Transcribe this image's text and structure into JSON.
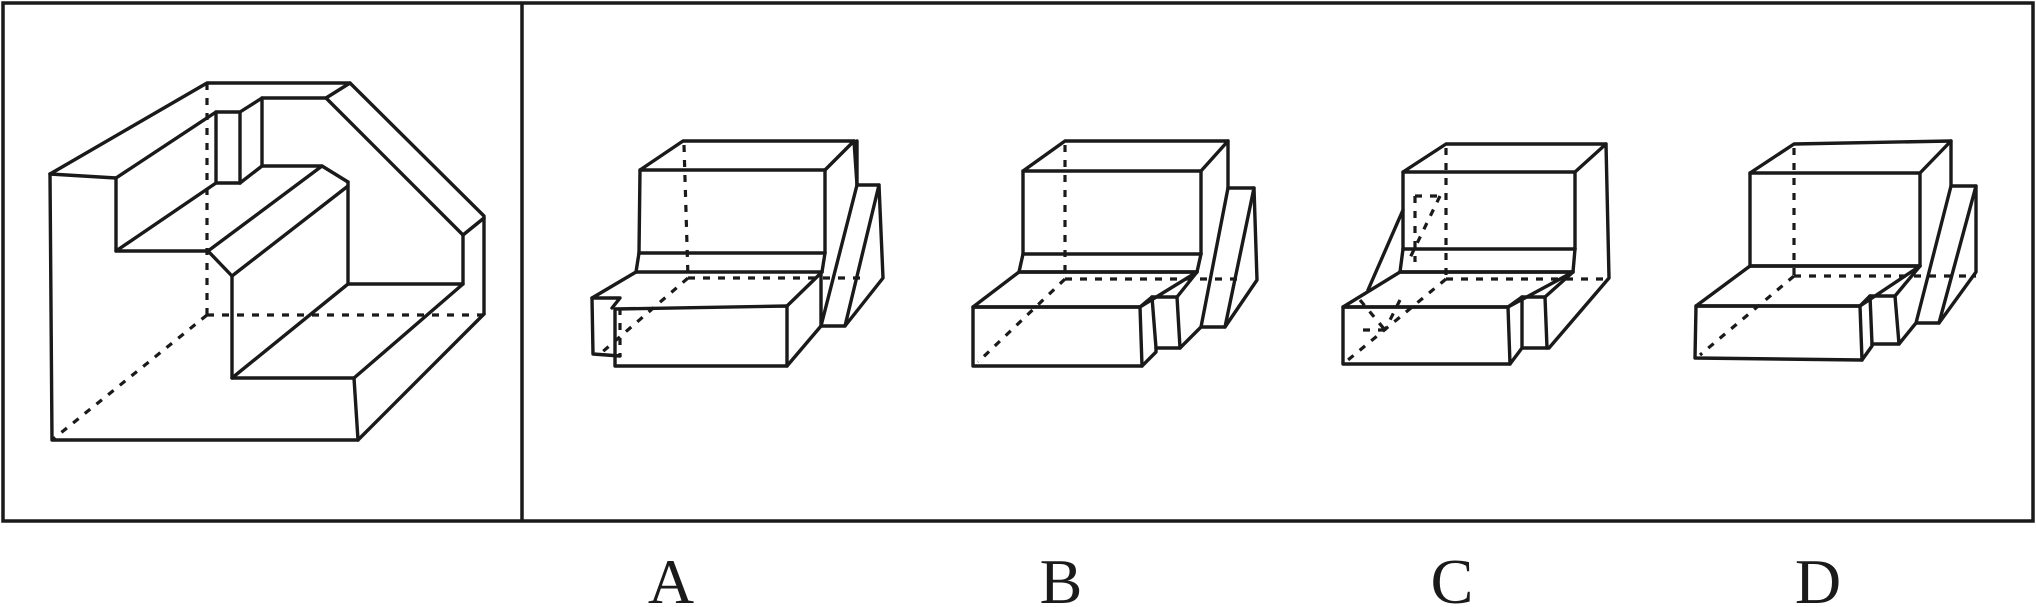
{
  "question": {
    "given_figure": {
      "icon": "stepped-block-3d-icon"
    },
    "options": [
      {
        "label": "A",
        "icon": "option-a-3d-block-icon"
      },
      {
        "label": "B",
        "icon": "option-b-3d-block-icon"
      },
      {
        "label": "C",
        "icon": "option-c-3d-block-icon"
      },
      {
        "label": "D",
        "icon": "option-d-3d-block-icon"
      }
    ]
  }
}
